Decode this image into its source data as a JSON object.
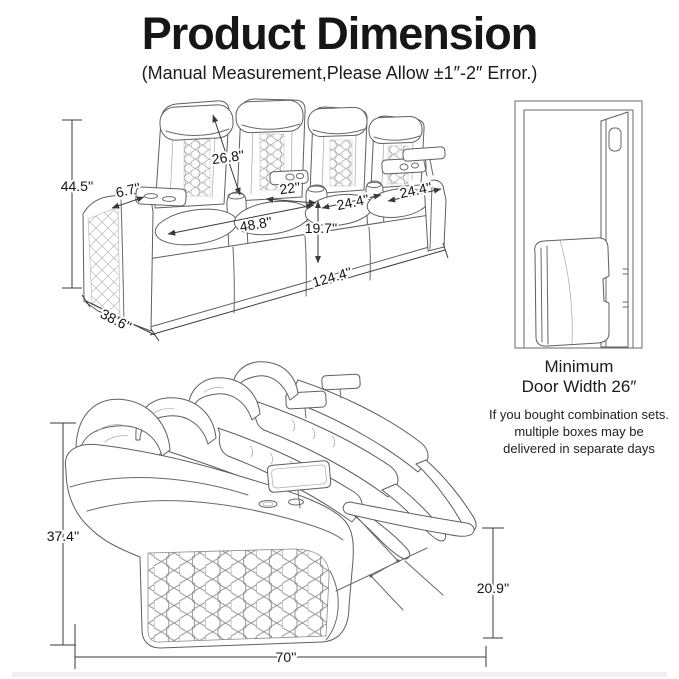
{
  "page": {
    "title": "Product Dimension",
    "subtitle": "(Manual Measurement,Please Allow ±1″-2″ Error.)"
  },
  "front_view": {
    "overall_height": "44.5''",
    "backrest_height": "26.8''",
    "armrest_width": "6.7''",
    "middle_seat_width": "22''",
    "loveseat_width": "48.8''",
    "seat_width_left": "24.4''",
    "seat_width_right": "24.4''",
    "seat_height": "19.7''",
    "overall_width": "124.4''",
    "overall_depth": "38.6''"
  },
  "door": {
    "caption_line1": "Minimum",
    "caption_line2": "Door Width 26″",
    "note_line1": "If you bought combination sets.",
    "note_line2": "multiple boxes may be",
    "note_line3": "delivered in separate days"
  },
  "reclined_view": {
    "overall_height": "37.4''",
    "footrest_height": "20.9''",
    "reclined_depth": "70''"
  },
  "colors": {
    "background": "#ffffff",
    "sofa_line": "#5f5f5f",
    "dimension_line": "#3a3a3a",
    "text": "#141414"
  }
}
